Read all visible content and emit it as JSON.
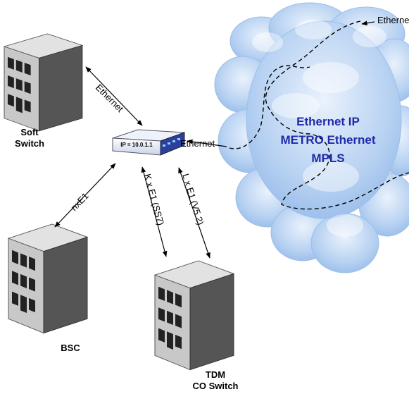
{
  "cloud": {
    "lines": [
      "Ethernet IP",
      "METRO Ethernet",
      "MPLS"
    ],
    "edge_label": "Ethernet",
    "text_color": "#1f2aa8",
    "cloud_color": "#aac8ee"
  },
  "device": {
    "ip_label": "IP = 10.0.1.1"
  },
  "nodes": {
    "soft_switch": [
      "Soft",
      "Switch"
    ],
    "bsc": "BSC",
    "tdm_switch": [
      "TDM",
      "CO Switch"
    ]
  },
  "links": {
    "soft_switch": "Ethernet",
    "cloud": "Ethernet",
    "bsc": "nxE1",
    "tdm_ss7": "K x E1 (SS7)",
    "tdm_v52": "L x E1 (V5.2)"
  },
  "icons": [
    "building-icon",
    "gateway-device-icon",
    "network-cloud-icon"
  ]
}
